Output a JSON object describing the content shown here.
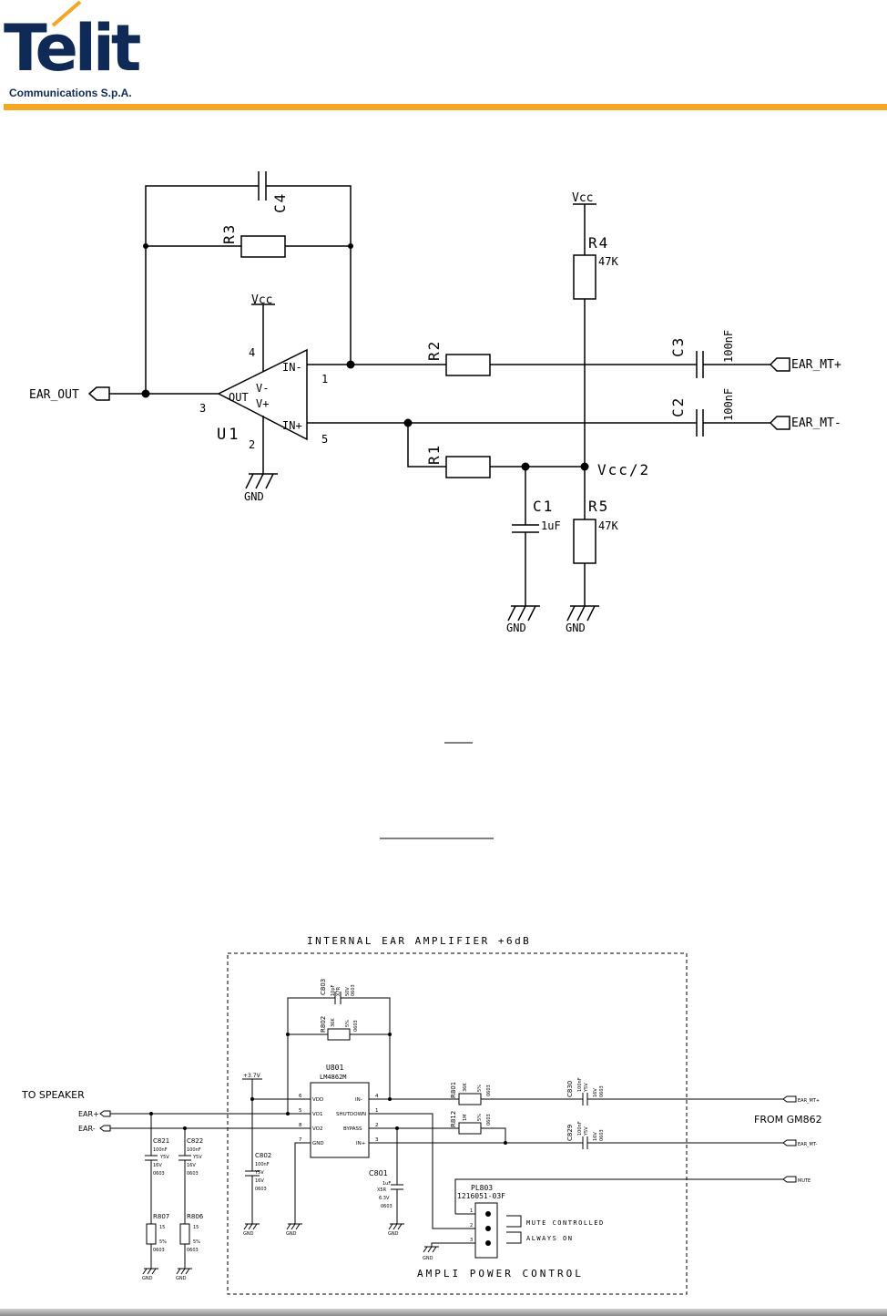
{
  "header": {
    "logo_name": "Telit",
    "logo_sub": "Communications S.p.A.",
    "accent_color": "#f5a623",
    "brand_color": "#0f2a56"
  },
  "schematic1": {
    "ear_out": "EAR_OUT",
    "ear_mt_plus": "EAR_MT+",
    "ear_mt_minus": "EAR_MT-",
    "vcc_top": "Vcc",
    "vcc_u1": "Vcc",
    "vcc_half": "Vcc/2",
    "gnd": "GND",
    "u1": "U1",
    "out": "OUT",
    "in_minus": "IN-",
    "in_plus": "IN+",
    "v_minus": "V-",
    "v_plus": "V+",
    "pin1": "1",
    "pin2": "2",
    "pin3": "3",
    "pin4": "4",
    "pin5": "5",
    "r1": "R1",
    "r2": "R2",
    "r3": "R3",
    "r4": "R4",
    "r5": "R5",
    "r4_val": "47K",
    "r5_val": "47K",
    "c1": "C1",
    "c1_val": "1uF",
    "c2": "C2",
    "c2_val": "100nF",
    "c3": "C3",
    "c3_val": "100nF",
    "c4": "C4"
  },
  "schematic2": {
    "title": "INTERNAL EAR AMPLIFIER +6dB",
    "to_speaker": "TO SPEAKER",
    "from_gm862": "FROM GM862",
    "ear_plus": "EAR+",
    "ear_minus": "EAR-",
    "ear_mt_plus": "EAR_MT+",
    "ear_mt_minus": "EAR_MT-",
    "mute": "MUTE",
    "rail": "+3.7V",
    "u801": "U801",
    "u801_part": "LM4862M",
    "pin_vdd": "VDD",
    "pin_vo1": "VO1",
    "pin_vo2": "VO2",
    "pin_gnd": "GND",
    "pin_in_minus": "IN-",
    "pin_shutdown": "SHUTDOWN",
    "pin_bypass": "BYPASS",
    "pin_in_plus": "IN+",
    "c803": "C803",
    "c803_val": [
      "10pF",
      "X7R",
      "50V",
      "0603"
    ],
    "r802": "R802",
    "r802_val": [
      "36K",
      "5%",
      "0603"
    ],
    "r801": "R801",
    "r801_val": [
      "36K",
      "5%",
      "0603"
    ],
    "r812": "R812",
    "r812_val": [
      "1M",
      "5%",
      "0603"
    ],
    "c830": "C830",
    "c830_val": [
      "100nF",
      "Y5V",
      "16V",
      "0603"
    ],
    "c829": "C829",
    "c829_val": [
      "100nF",
      "Y5V",
      "16V",
      "0603"
    ],
    "c821": "C821",
    "c821_val": [
      "100nF",
      "Y5V",
      "16V",
      "0603"
    ],
    "c822": "C822",
    "c822_val": [
      "100nF",
      "Y5V",
      "16V",
      "0603"
    ],
    "c802": "C802",
    "c802_val": [
      "100nF",
      "Y5V",
      "16V",
      "0603"
    ],
    "c801": "C801",
    "c801_val": [
      "1uF",
      "X5R",
      "6.3V",
      "0603"
    ],
    "r807": "R807",
    "r807_val": [
      "15",
      "5%",
      "0603"
    ],
    "r806": "R806",
    "r806_val": [
      "15",
      "5%",
      "0603"
    ],
    "pl803": "PL803",
    "pl803_part": "1216051-03F",
    "mute_controlled": "MUTE CONTROLLED",
    "always_on": "ALWAYS ON",
    "ampli_power": "AMPLI POWER CONTROL",
    "gnd": "GND"
  }
}
